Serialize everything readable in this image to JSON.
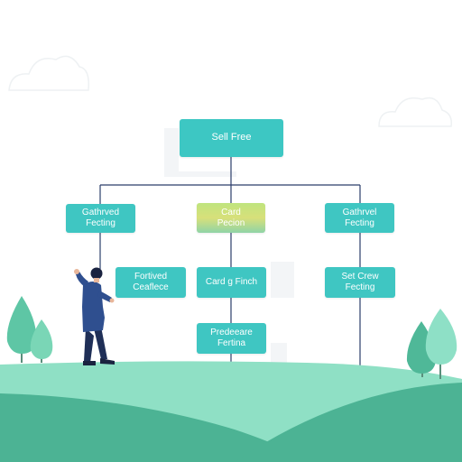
{
  "diagram": {
    "root": {
      "lines": [
        "Sell Free"
      ]
    },
    "level1": [
      {
        "lines": [
          "Gathrved",
          "Fecting"
        ]
      },
      {
        "lines": [
          "Card",
          "Pecion"
        ]
      },
      {
        "lines": [
          "Gathrvel",
          "Fecting"
        ]
      }
    ],
    "level2": [
      {
        "lines": [
          "Fortived",
          "Ceaflece"
        ]
      },
      {
        "lines": [
          "Card g Finch"
        ]
      },
      {
        "lines": [
          "Set Crew",
          "Fecting"
        ]
      }
    ],
    "level3": [
      {
        "lines": [
          "Predeeare",
          "Fertina"
        ]
      }
    ]
  },
  "colors": {
    "node": "#3fc6c2",
    "highlight": "#c9e07c",
    "connector": "#2c3e6b",
    "grass_front": "#4cb394",
    "grass_back": "#8fe0c5",
    "tree": "#5ec6a5",
    "person_shirt": "#2f4f8f",
    "person_pants": "#1f2f57"
  }
}
